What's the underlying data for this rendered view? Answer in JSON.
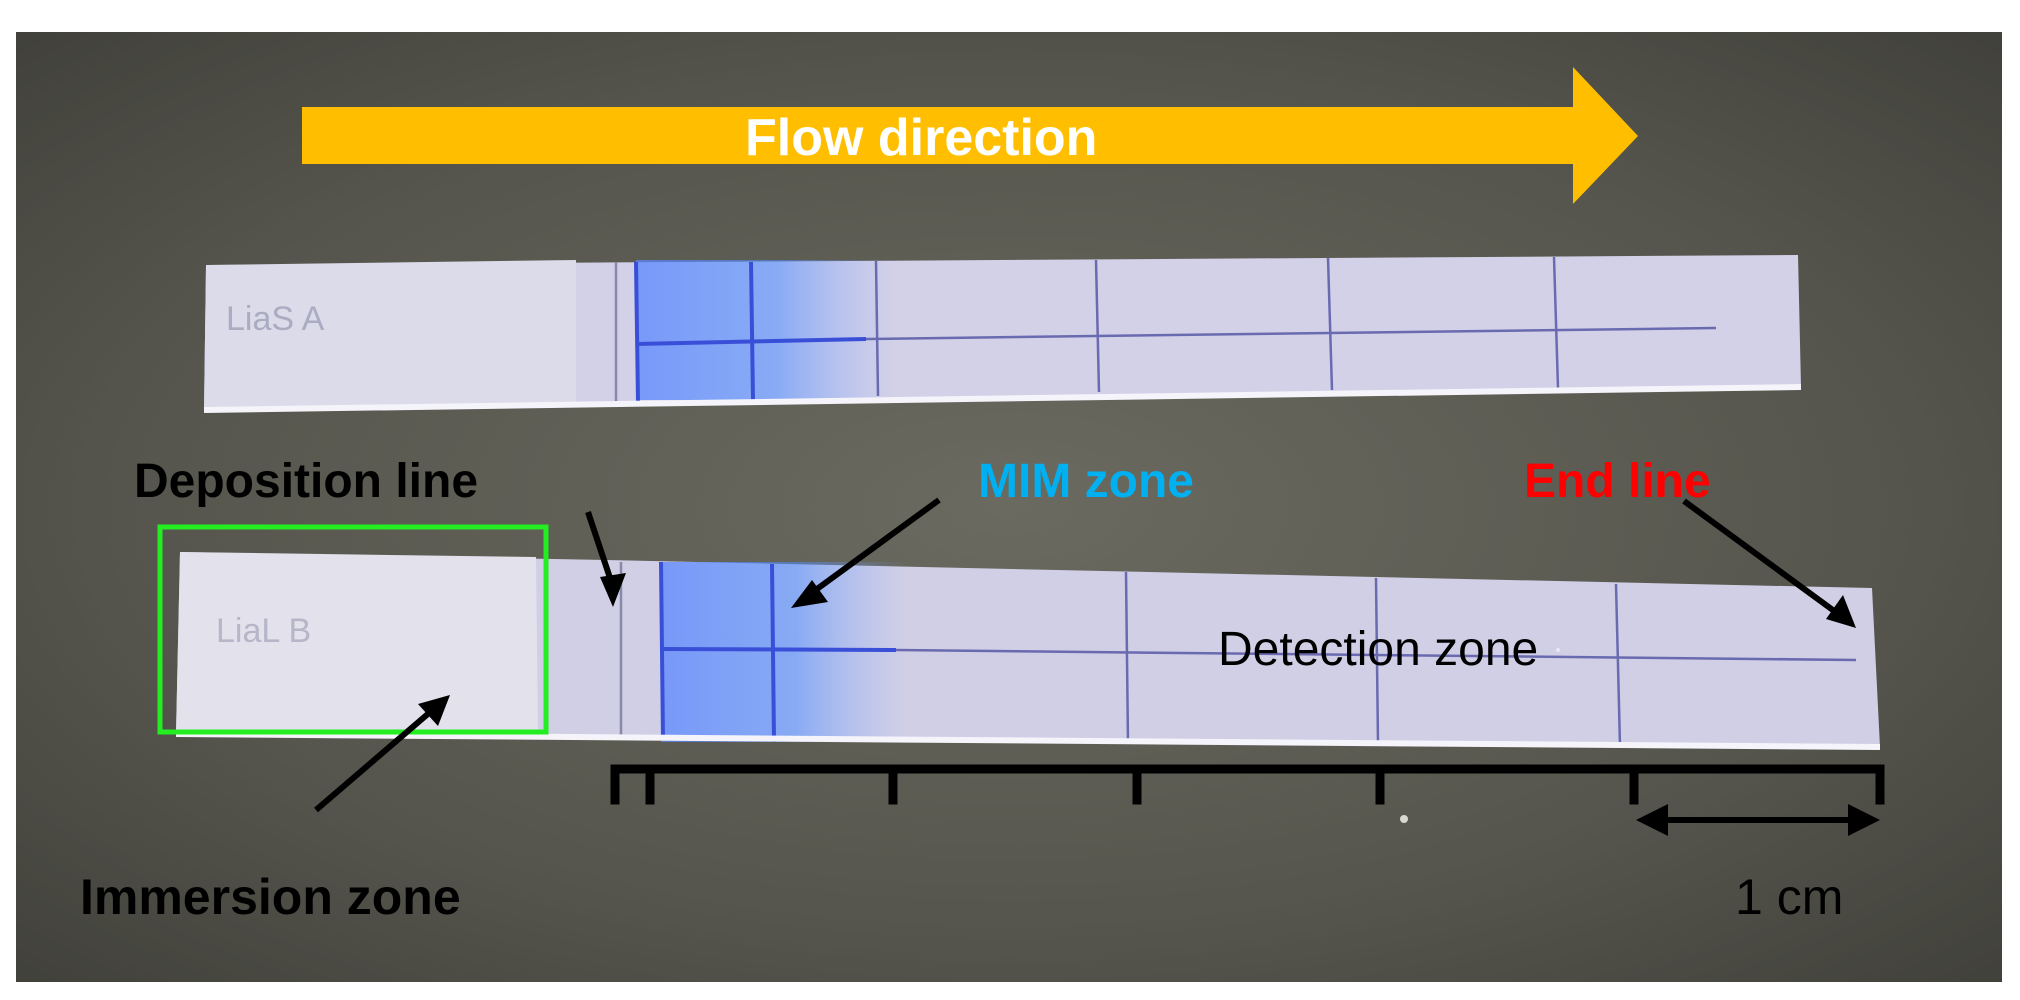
{
  "figure": {
    "flow_label": "Flow direction",
    "strip_a_label": "LiaS A",
    "strip_b_label": "LiaL B",
    "deposition_label": "Deposition line",
    "mim_label": "MIM zone",
    "end_label": "End line",
    "detection_label": "Detection zone",
    "immersion_label": "Immersion zone",
    "scale_label": "1 cm"
  },
  "colors": {
    "arrow": "#ffbf00",
    "mim": "#00b0f0",
    "end": "#ff0000",
    "box": "#22ee22",
    "background": "#5a5a52",
    "strip": "#d4d2ea",
    "blue_zone": "#4a8cff"
  }
}
